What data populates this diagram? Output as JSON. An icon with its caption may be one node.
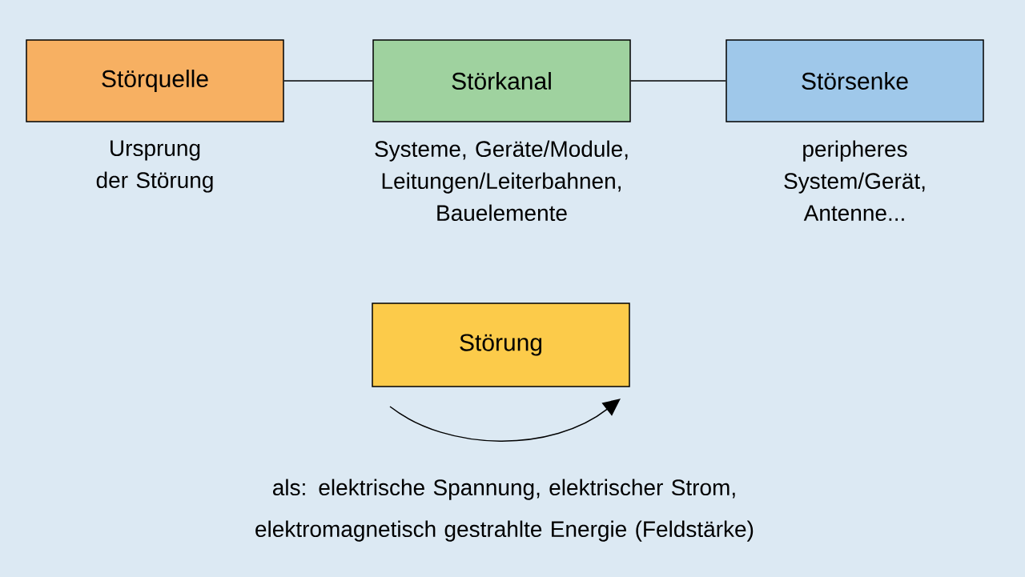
{
  "diagram": {
    "nodes": [
      {
        "text": [
          "Störquelle"
        ],
        "beside": [
          "Ursprung der Störung"
        ]
      },
      {
        "text": [
          "Störkanal"
        ],
        "beside": [
          "Systeme, Geräte/Module, Leitungen/Leiterbahnen, Bauelemente"
        ]
      },
      {
        "text": [
          "Störsenke"
        ],
        "beside": [
          "peripheres System/Gerät, Antenne..."
        ]
      },
      {
        "text": [
          "Störung"
        ]
      }
    ],
    "edges": [
      {
        "from": 0,
        "to": 1,
        "arrow": "none"
      },
      {
        "from": 1,
        "to": 2,
        "arrow": "none"
      }
    ],
    "labels": [
      "als: elektrische Spannung, elektrischer Strom, elektromagnetisch gestrahlte Energie (Feldstärke)"
    ]
  }
}
